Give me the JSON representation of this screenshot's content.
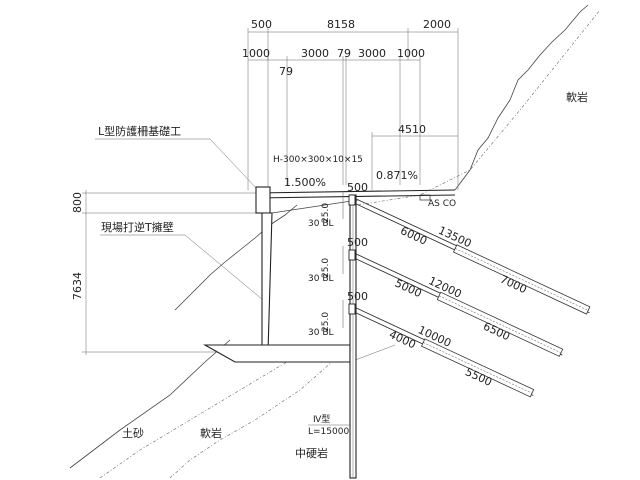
{
  "dims_top": [
    "500",
    "8158",
    "2000"
  ],
  "dims_second": [
    "1000",
    "3000",
    "79",
    "3000",
    "1000"
  ],
  "dim_79_small": "79",
  "dim_4510": "4510",
  "dim_800": "800",
  "dim_7634": "7634",
  "label_l_fence": "L型防護柵基礎工",
  "label_t_wall": "現場打逆T擁壁",
  "label_h_beam": "H-300×300×10×15",
  "slope_left": "1.500%",
  "slope_right": "0.871%",
  "label_ascon": "AS CO",
  "rows": [
    {
      "spacing": "500",
      "angle": "25.0",
      "bl": "30 BL",
      "free": "6000",
      "total": "13500",
      "fixed": "7000"
    },
    {
      "spacing": "500",
      "angle": "25.0",
      "bl": "30 BL",
      "free": "5000",
      "total": "12000",
      "fixed": "6500"
    },
    {
      "spacing": "500",
      "angle": "25.0",
      "bl": "30 BL",
      "free": "4000",
      "total": "10000",
      "fixed": "5500"
    }
  ],
  "soil_soft_rock_upper": "軟岩",
  "soil_sand": "土砂",
  "soil_soft_rock_lower": "軟岩",
  "soil_medium_hard_rock": "中硬岩",
  "pile_type": "Ⅳ型",
  "pile_length": "L=15000"
}
